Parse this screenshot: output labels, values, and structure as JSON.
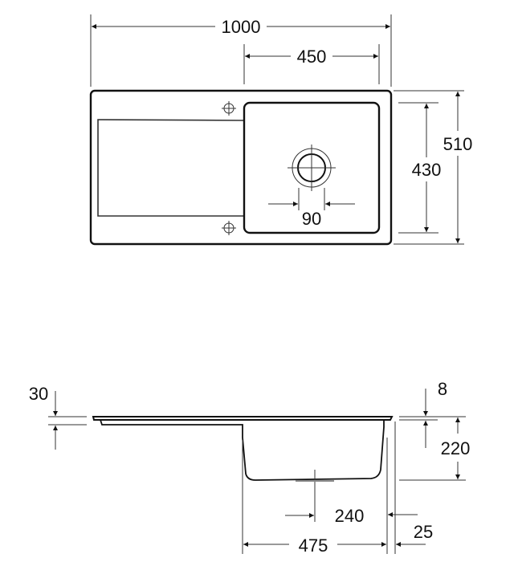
{
  "top_view": {
    "overall_width": "1000",
    "bowl_width": "450",
    "overall_depth": "510",
    "bowl_depth": "430",
    "drain_diameter": "90"
  },
  "side_view": {
    "rim_offset": "30",
    "rim_thickness": "8",
    "bowl_height": "220",
    "drain_offset": "240",
    "bowl_length": "475",
    "edge_offset": "25"
  },
  "colors": {
    "line": "#111111",
    "background": "#ffffff"
  }
}
